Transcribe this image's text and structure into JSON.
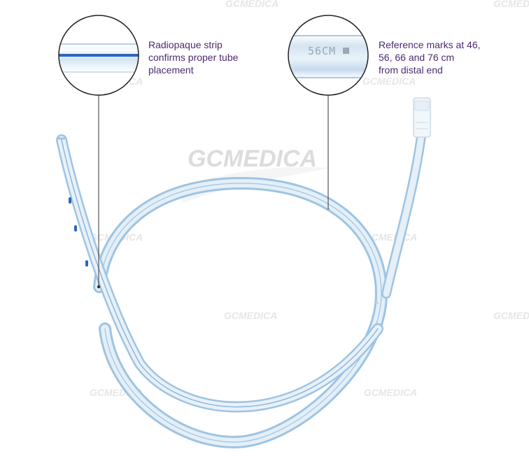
{
  "watermark": {
    "text": "GCMEDICA"
  },
  "callouts": {
    "radiopaque": {
      "lines": [
        "Radiopaque strip",
        "confirms proper tube",
        "placement"
      ]
    },
    "reference": {
      "lines": [
        "Reference marks at 46,",
        "56, 66 and 76 cm",
        "from distal end"
      ],
      "tube_marking": "56CM"
    }
  },
  "colors": {
    "callout_text": "#4d2a72",
    "tube_outline": "#9ec4e2",
    "tube_fill": "#e4eff8",
    "radiopaque_strip": "#2d66b8",
    "leader_line": "#333333"
  }
}
